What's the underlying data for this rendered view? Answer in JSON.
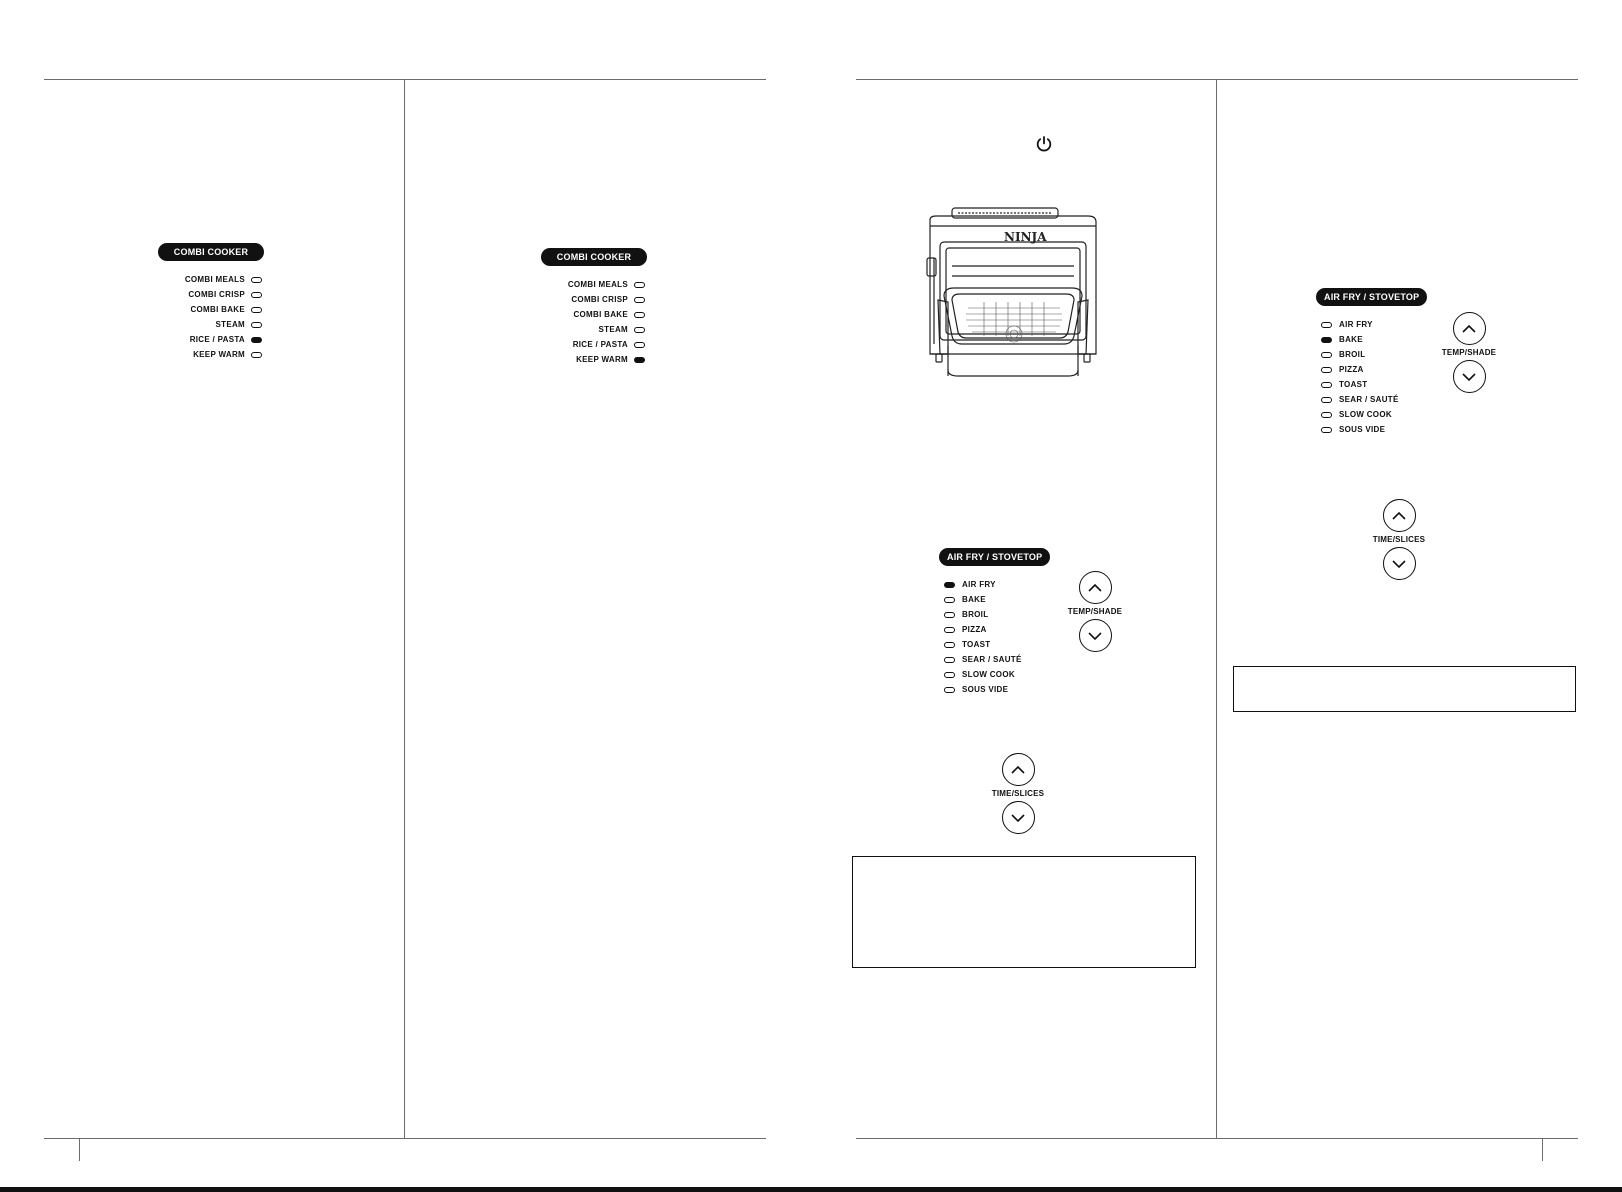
{
  "combi_panel_1": {
    "title": "COMBI COOKER",
    "options": [
      {
        "label": "COMBI MEALS",
        "active": false
      },
      {
        "label": "COMBI CRISP",
        "active": false
      },
      {
        "label": "COMBI BAKE",
        "active": false
      },
      {
        "label": "STEAM",
        "active": false
      },
      {
        "label": "RICE / PASTA",
        "active": true
      },
      {
        "label": "KEEP WARM",
        "active": false
      }
    ]
  },
  "combi_panel_2": {
    "title": "COMBI COOKER",
    "options": [
      {
        "label": "COMBI MEALS",
        "active": false
      },
      {
        "label": "COMBI CRISP",
        "active": false
      },
      {
        "label": "COMBI BAKE",
        "active": false
      },
      {
        "label": "STEAM",
        "active": false
      },
      {
        "label": "RICE / PASTA",
        "active": false
      },
      {
        "label": "KEEP WARM",
        "active": true
      }
    ]
  },
  "airfry_panel_1": {
    "title": "AIR FRY / STOVETOP",
    "options": [
      {
        "label": "AIR FRY",
        "active": true
      },
      {
        "label": "BAKE",
        "active": false
      },
      {
        "label": "BROIL",
        "active": false
      },
      {
        "label": "PIZZA",
        "active": false
      },
      {
        "label": "TOAST",
        "active": false
      },
      {
        "label": "SEAR / SAUTÉ",
        "active": false
      },
      {
        "label": "SLOW COOK",
        "active": false
      },
      {
        "label": "SOUS VIDE",
        "active": false
      }
    ],
    "temp_label": "TEMP/SHADE",
    "time_label": "TIME/SLICES"
  },
  "airfry_panel_2": {
    "title": "AIR FRY / STOVETOP",
    "options": [
      {
        "label": "AIR FRY",
        "active": false
      },
      {
        "label": "BAKE",
        "active": true
      },
      {
        "label": "BROIL",
        "active": false
      },
      {
        "label": "PIZZA",
        "active": false
      },
      {
        "label": "TOAST",
        "active": false
      },
      {
        "label": "SEAR / SAUTÉ",
        "active": false
      },
      {
        "label": "SLOW COOK",
        "active": false
      },
      {
        "label": "SOUS VIDE",
        "active": false
      }
    ],
    "temp_label": "TEMP/SHADE",
    "time_label": "TIME/SLICES"
  },
  "appliance": {
    "brand": "NINJA"
  },
  "icons": {
    "power": "power-icon",
    "up": "chevron-up-icon",
    "down": "chevron-down-icon"
  }
}
